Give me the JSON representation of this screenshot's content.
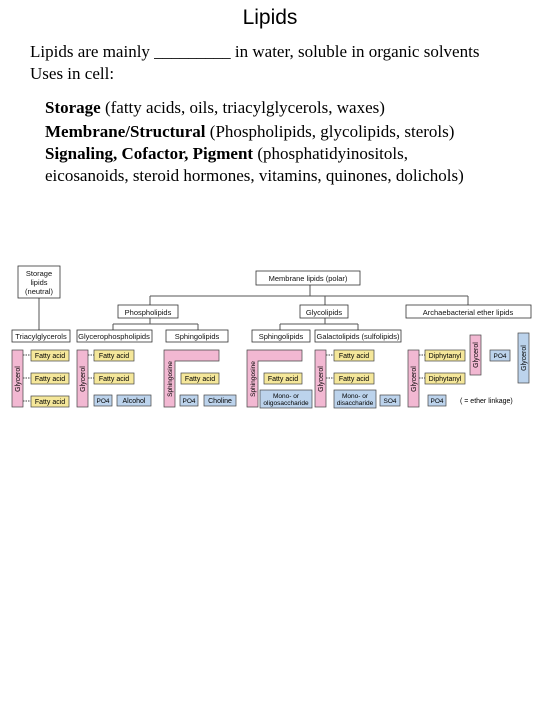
{
  "title": "Lipids",
  "intro": {
    "line1": "Lipids are mainly _________ in water, soluble in organic solvents",
    "line2": "Uses in cell:"
  },
  "uses": [
    {
      "term": "Storage",
      "detail": " (fatty acids, oils, triacylglycerols, waxes)"
    },
    {
      "term": "Membrane/Structural",
      "detail": " (Phospholipids, glycolipids, sterols)"
    },
    {
      "term": "Signaling, Cofactor, Pigment",
      "detail": " (phosphatidyinositols,"
    },
    {
      "term": "",
      "detail": "eicosanoids, steroid hormones, vitamins, quinones, dolichols)"
    }
  ],
  "diagram": {
    "storage_line1": "Storage",
    "storage_line2": "lipids",
    "storage_line3": "(neutral)",
    "membrane": "Membrane lipids (polar)",
    "phospholipids": "Phospholipids",
    "glycolipids": "Glycolipids",
    "archaea": "Archaebacterial ether lipids",
    "triacylglycerols": "Triacylglycerols",
    "glycerophospholipids": "Glycerophospholipids",
    "sphingolipids_a": "Sphingolipids",
    "sphingolipids_b": "Sphingolipids",
    "galactolipids": "Galactolipids (sulfolipids)",
    "glycerol": "Glycerol",
    "sphingosine": "Sphingosine",
    "fatty_acid": "Fatty acid",
    "po4": "PO4",
    "alcohol": "Alcohol",
    "choline": "Choline",
    "mono_oligo_1": "Mono- or",
    "mono_oligo_2": "oligosaccharide",
    "mono_di_1": "Mono- or",
    "mono_di_2": "disaccharide",
    "so4": "SO4",
    "diphytanyl": "Diphytanyl",
    "ether_linkage": "( = ether linkage)",
    "colors": {
      "glycerol": "#f2b8d2",
      "fatty_acid": "#f5e79a",
      "po4": "#bcd3ec",
      "header": "#ffffff"
    }
  }
}
